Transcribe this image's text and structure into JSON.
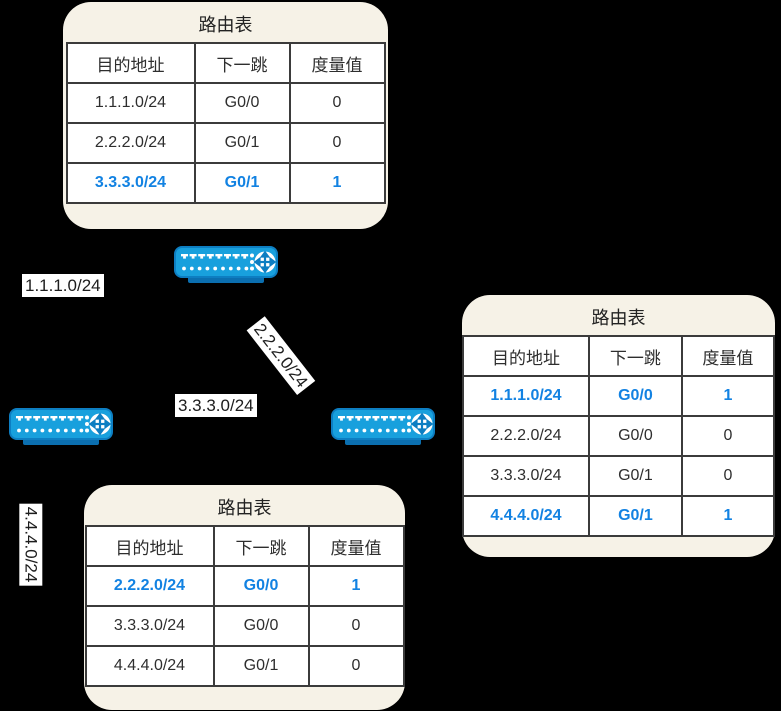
{
  "colors": {
    "background": "#000000",
    "panel": "#f6f2e7",
    "table_border": "#3b3b3b",
    "text": "#2e2e2e",
    "highlight_blue": "#1282e2",
    "router_body_blue": "#18a0dd",
    "router_dark_blue": "#0d7ec2"
  },
  "icons": {
    "router": "router-with-crossed-arrows-icon"
  },
  "panels": {
    "r1": {
      "title": "路由表",
      "headers": [
        "目的地址",
        "下一跳",
        "度量值"
      ],
      "rows": [
        {
          "dest": "1.1.1.0/24",
          "hop": "G0/0",
          "metric": "0",
          "highlight": false
        },
        {
          "dest": "2.2.2.0/24",
          "hop": "G0/1",
          "metric": "0",
          "highlight": false
        },
        {
          "dest": "3.3.3.0/24",
          "hop": "G0/1",
          "metric": "1",
          "highlight": true
        }
      ]
    },
    "r2": {
      "title": "路由表",
      "headers": [
        "目的地址",
        "下一跳",
        "度量值"
      ],
      "rows": [
        {
          "dest": "1.1.1.0/24",
          "hop": "G0/0",
          "metric": "1",
          "highlight": true
        },
        {
          "dest": "2.2.2.0/24",
          "hop": "G0/0",
          "metric": "0",
          "highlight": false
        },
        {
          "dest": "3.3.3.0/24",
          "hop": "G0/1",
          "metric": "0",
          "highlight": false
        },
        {
          "dest": "4.4.4.0/24",
          "hop": "G0/1",
          "metric": "1",
          "highlight": true
        }
      ]
    },
    "r3": {
      "title": "路由表",
      "headers": [
        "目的地址",
        "下一跳",
        "度量值"
      ],
      "rows": [
        {
          "dest": "2.2.2.0/24",
          "hop": "G0/0",
          "metric": "1",
          "highlight": true
        },
        {
          "dest": "3.3.3.0/24",
          "hop": "G0/0",
          "metric": "0",
          "highlight": false
        },
        {
          "dest": "4.4.4.0/24",
          "hop": "G0/1",
          "metric": "0",
          "highlight": false
        }
      ]
    }
  },
  "network_labels": {
    "net1": "1.1.1.0/24",
    "net2": "2.2.2.0/24",
    "net3": "3.3.3.0/24",
    "net4": "4.4.4.0/24"
  }
}
